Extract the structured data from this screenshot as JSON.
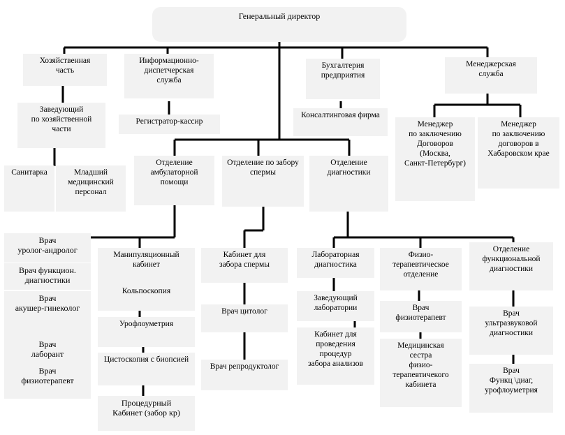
{
  "boxes": {
    "director": "Генеральный директор",
    "household": "Хозяйственная\nчасть",
    "info": "Информационно-\nдиспетчерская\nслужба",
    "accounting": "Бухгалтерия\nпредприятия",
    "manager_service": "Менеджерская\nслужба",
    "household_head": "Заведующий\nпо хозяйственной\nчасти",
    "registrar": "Регистратор-кассир",
    "consulting": "Консалтинговая фирма",
    "manager_msk": "Менеджер\nпо заключению\nДоговоров\n(Москва,\nСанкт-Петербург)",
    "manager_khab": "Менеджер\nпо заключению\nдоговоров в\nХабаровском крае",
    "sanitary": "Санитарка",
    "junior_staff": "Младший\nмедицинский\nперсонал",
    "ambulatory": "Отделение\nамбулаторной\nпомощи",
    "sperm_dept": "Отделение по забору\nспермы",
    "diagnostics": "Отделение\nдиагностики",
    "urologist": "Врач\nуролог-андролог",
    "func_doctor": "Врач функцион.\nдиагностики",
    "gynecologist": "Врач\nакушер-гинеколог",
    "lab_doctor": "Врач\nлаборант",
    "physio_doctor_left": "Врач\nфизиотерапевт",
    "manipulation": "Манипуляционный\nкабинет",
    "colposcopy": "Кольпоскопия",
    "uroflow": "Урофлоуметрия",
    "cystoscopy": "Цистоскопия с биопсией",
    "procedural": "Процедурный\nКабинет (забор кр)",
    "sperm_cabinet": "Кабинет для\nзабора спермы",
    "cytologist": "Врач цитолог",
    "reproductologist": "Врач репродуктолог",
    "lab_diag": "Лабораторная\nдиагностика",
    "lab_head": "Заведующий\nлаборатории",
    "analysis_cabinet": "Кабинет для\nпроведения\nпроцедур\nзабора анализов",
    "physio_dept": "Физио-\nтерапевтическое\nотделение",
    "physio_doctor": "Врач\nфизиотерапевт",
    "nurse": "Медицинская\nсестра\nфизио-\nтерапевтичекого\nкабинета",
    "func_dept": "Отделение\nфункциональной\nдиагностики",
    "ultrasound": "Врач\nультразвуковой\nдиагностики",
    "func_diag_doctor": "Врач\nФункц \\диаг,\nурофлоуметрия"
  }
}
